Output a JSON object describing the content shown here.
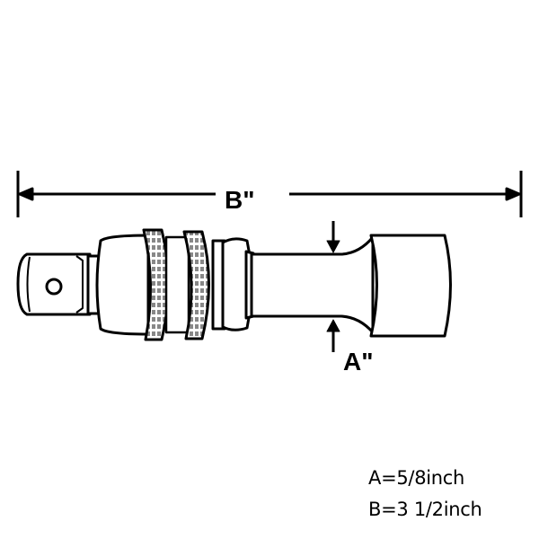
{
  "dimensions": {
    "b_label": "B\"",
    "a_label": "A\""
  },
  "specs": {
    "a": "A=5/8inch",
    "b": "B=3 1/2inch"
  }
}
